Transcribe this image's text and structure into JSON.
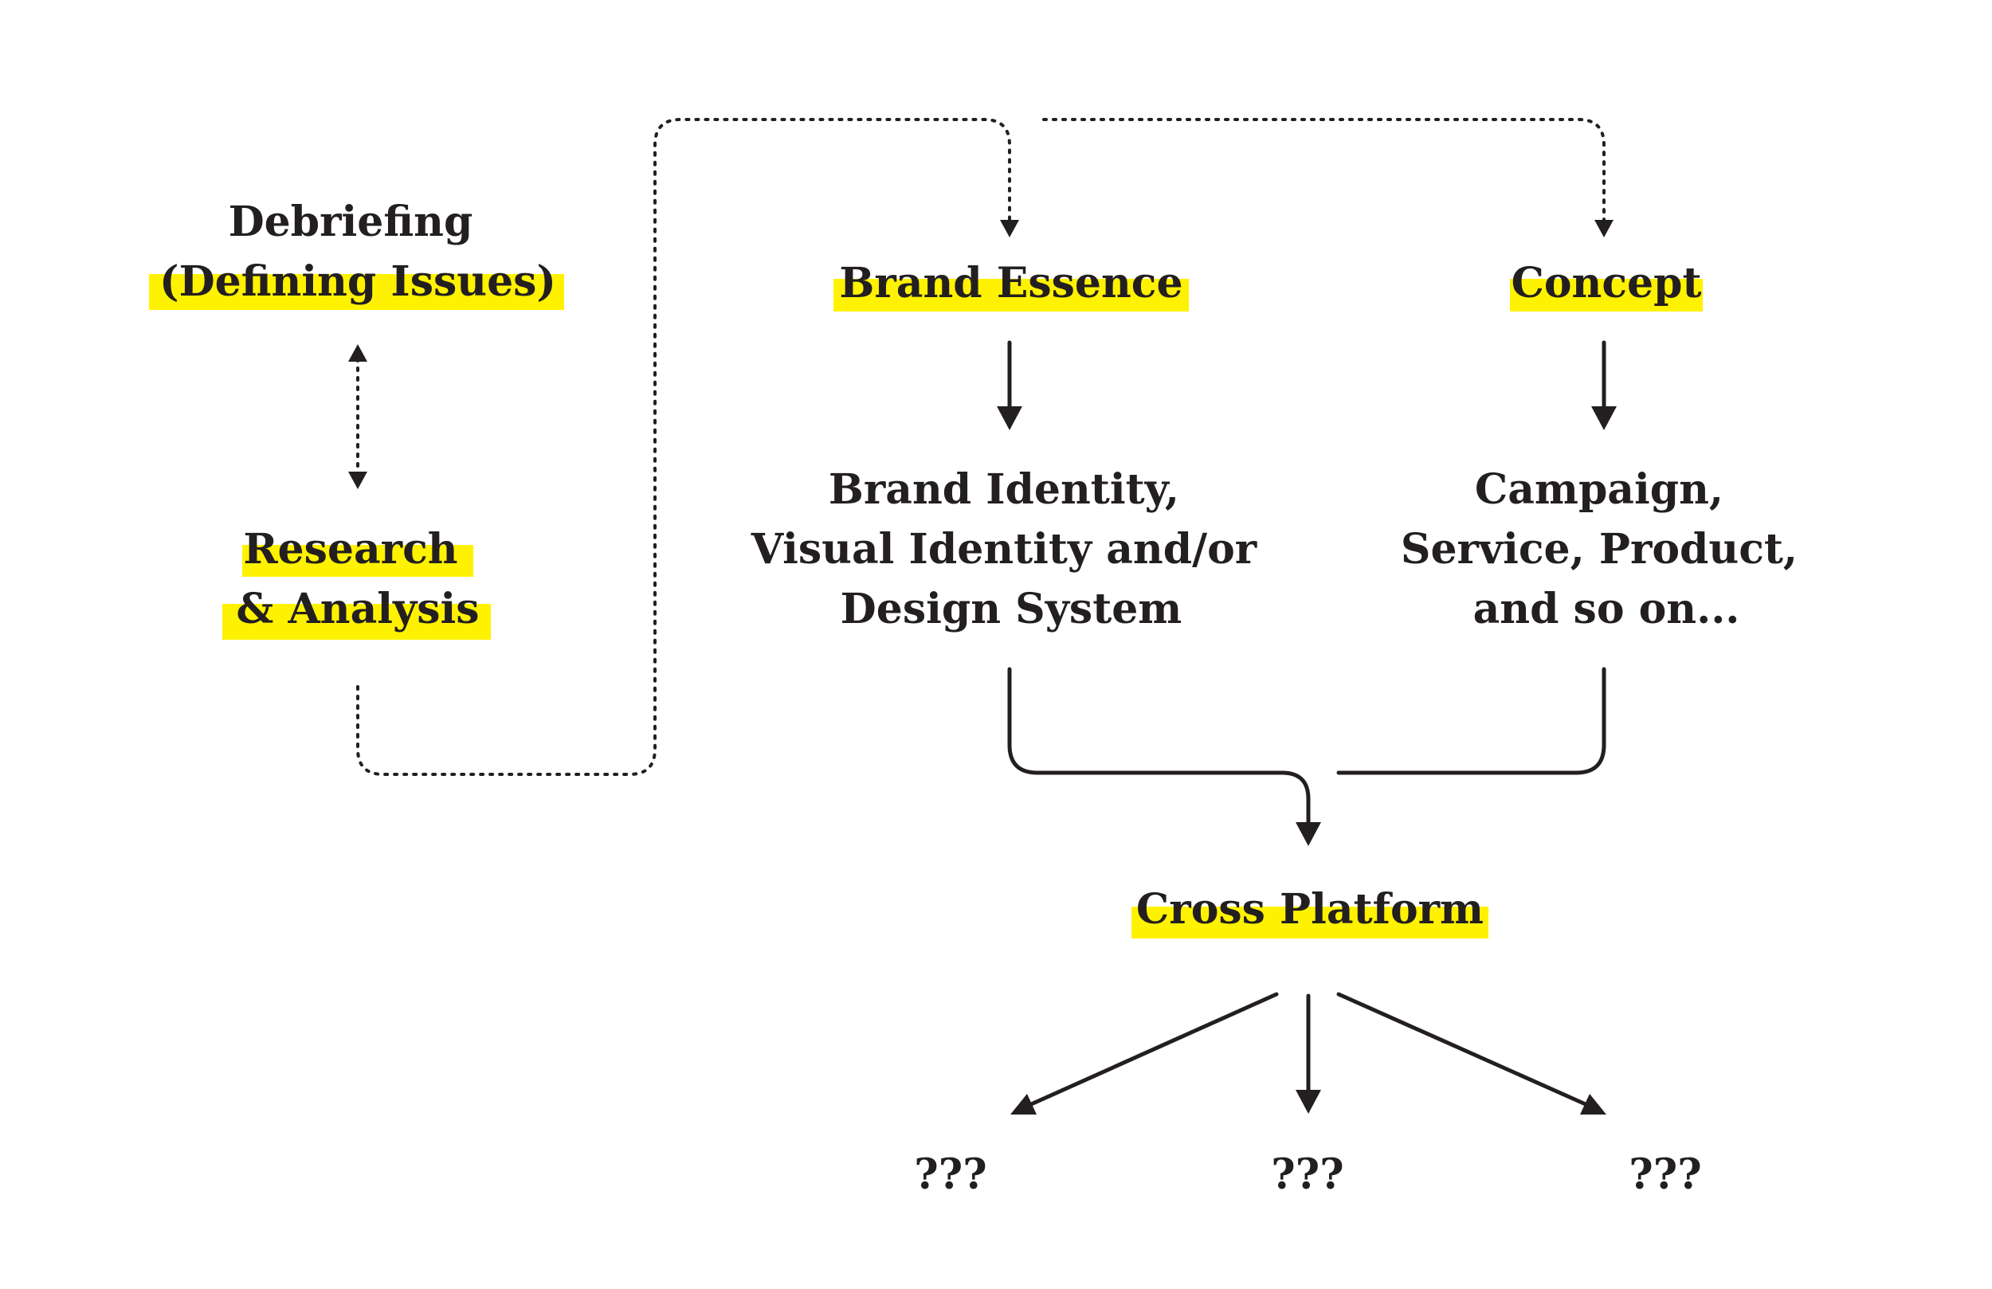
{
  "colors": {
    "highlight": "#fff200",
    "ink": "#231f20",
    "background": "#ffffff"
  },
  "nodes": {
    "debriefing": {
      "lines": [
        "Debriefing",
        "(Defining Issues)"
      ]
    },
    "research": {
      "lines": [
        "Research",
        "& Analysis"
      ]
    },
    "brand_essence": {
      "lines": [
        "Brand Essence"
      ]
    },
    "concept": {
      "lines": [
        "Concept"
      ]
    },
    "brand_identity": {
      "lines": [
        "Brand Identity,",
        "Visual Identity and/or",
        "Design System"
      ]
    },
    "campaign": {
      "lines": [
        "Campaign,",
        "Service, Product,",
        "and so on..."
      ]
    },
    "cross_platform": {
      "lines": [
        "Cross Platform"
      ]
    },
    "outcome_left": {
      "lines": [
        "???"
      ]
    },
    "outcome_center": {
      "lines": [
        "???"
      ]
    },
    "outcome_right": {
      "lines": [
        "???"
      ]
    }
  }
}
